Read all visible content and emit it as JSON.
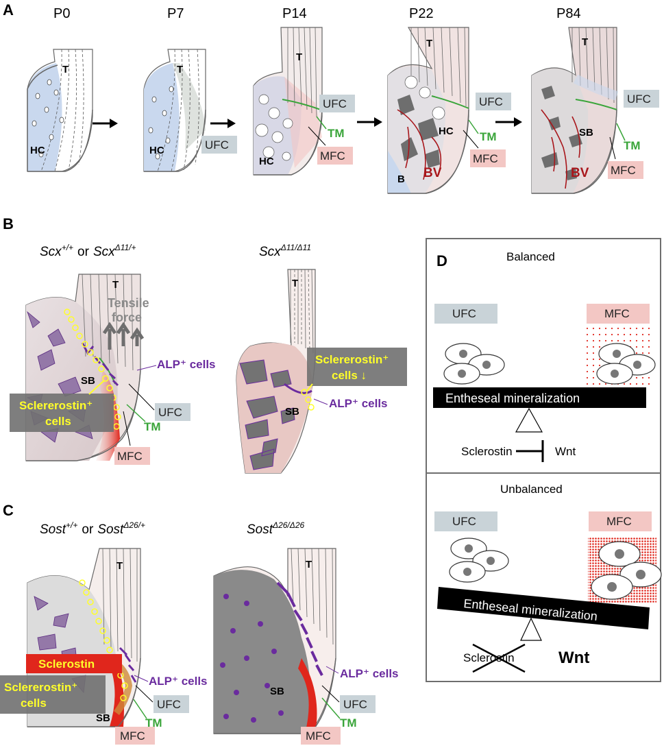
{
  "panels": {
    "A": {
      "letter": "A",
      "stages": [
        "P0",
        "P7",
        "P14",
        "P22",
        "P84"
      ],
      "labels": {
        "T": "T",
        "HC": "HC",
        "UFC": "UFC",
        "MFC": "MFC",
        "TM": "TM",
        "B": "B",
        "BV": "BV",
        "SB": "SB"
      }
    },
    "B": {
      "letter": "B",
      "left_genotype": {
        "g1": "Scx",
        "s1": "+/+",
        "or": "or",
        "g2": "Scx",
        "s2": "Δ11/+"
      },
      "right_genotype": {
        "g": "Scx",
        "s": "Δ11/Δ11"
      },
      "tensile": "Tensile",
      "force": "force",
      "alp": "ALP⁺ cells",
      "sost_cells_l1": "Sclererostin⁺",
      "sost_cells_l2": "cells",
      "sost_cells_r1": "Sclererostin⁺",
      "sost_cells_r2": "cells ↓",
      "T": "T",
      "SB": "SB",
      "UFC": "UFC",
      "TM": "TM",
      "MFC": "MFC"
    },
    "C": {
      "letter": "C",
      "left_genotype": {
        "g1": "Sost",
        "s1": "+/+",
        "or": "or",
        "g2": "Sost",
        "s2": "Δ26/+"
      },
      "right_genotype": {
        "g": "Sost",
        "s": "Δ26/Δ26"
      },
      "sclerostin": "Sclerostin",
      "sost_cells_l1": "Sclererostin⁺",
      "sost_cells_l2": "cells",
      "alp": "ALP⁺ cells",
      "T": "T",
      "SB": "SB",
      "UFC": "UFC",
      "TM": "TM",
      "MFC": "MFC"
    },
    "D": {
      "letter": "D",
      "balanced": {
        "title": "Balanced",
        "ufc": "UFC",
        "mfc": "MFC",
        "bar": "Entheseal mineralization",
        "sclerostin": "Sclerostin",
        "wnt": "Wnt"
      },
      "unbalanced": {
        "title": "Unbalanced",
        "ufc": "UFC",
        "mfc": "MFC",
        "bar": "Entheseal mineralization",
        "sclerostin": "Sclerostin",
        "wnt": "Wnt"
      }
    }
  },
  "colors": {
    "ufc_box": "#c9d3d8",
    "mfc_box": "#f3c7c4",
    "tm": "#3aa53a",
    "bv": "#a8161b",
    "alp": "#6a2b9e",
    "sost": "#ffff2a",
    "hc_blue": "#c9d8ee",
    "bone": "#d9cfd0",
    "red": "#e0261c"
  }
}
